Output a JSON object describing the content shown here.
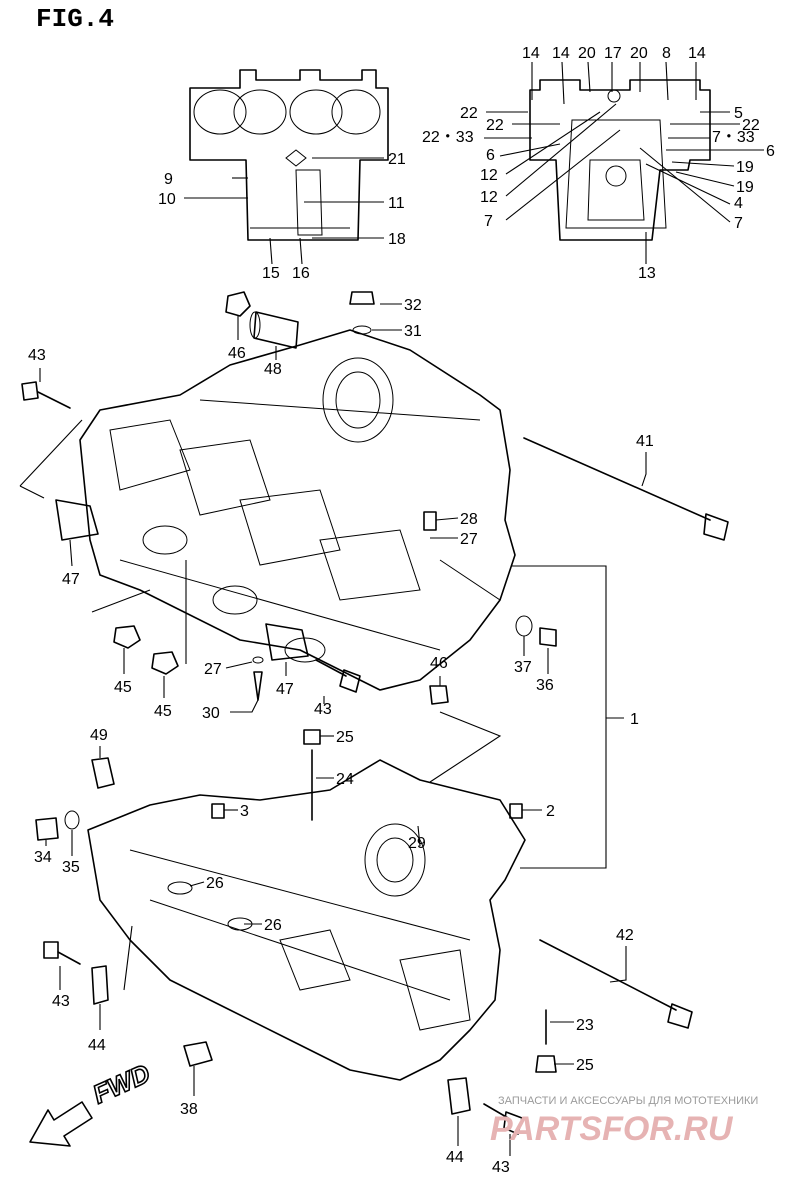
{
  "figure": {
    "title": "FIG.4",
    "direction_label": "FWD"
  },
  "labels": [
    {
      "id": "l1",
      "text": "1"
    },
    {
      "id": "l2",
      "text": "2"
    },
    {
      "id": "l3",
      "text": "3"
    },
    {
      "id": "l4",
      "text": "4"
    },
    {
      "id": "l5",
      "text": "5"
    },
    {
      "id": "l6a",
      "text": "6"
    },
    {
      "id": "l6b",
      "text": "6"
    },
    {
      "id": "l7a",
      "text": "7"
    },
    {
      "id": "l7b",
      "text": "7"
    },
    {
      "id": "l7c",
      "text": "7・33"
    },
    {
      "id": "l8",
      "text": "8"
    },
    {
      "id": "l9",
      "text": "9"
    },
    {
      "id": "l10",
      "text": "10"
    },
    {
      "id": "l11",
      "text": "11"
    },
    {
      "id": "l12a",
      "text": "12"
    },
    {
      "id": "l12b",
      "text": "12"
    },
    {
      "id": "l13",
      "text": "13"
    },
    {
      "id": "l14a",
      "text": "14"
    },
    {
      "id": "l14b",
      "text": "14"
    },
    {
      "id": "l14c",
      "text": "14"
    },
    {
      "id": "l15",
      "text": "15"
    },
    {
      "id": "l16",
      "text": "16"
    },
    {
      "id": "l17",
      "text": "17"
    },
    {
      "id": "l18",
      "text": "18"
    },
    {
      "id": "l19a",
      "text": "19"
    },
    {
      "id": "l19b",
      "text": "19"
    },
    {
      "id": "l20a",
      "text": "20"
    },
    {
      "id": "l20b",
      "text": "20"
    },
    {
      "id": "l21",
      "text": "21"
    },
    {
      "id": "l22a",
      "text": "22"
    },
    {
      "id": "l22b",
      "text": "22"
    },
    {
      "id": "l22c",
      "text": "22"
    },
    {
      "id": "l2233",
      "text": "22・33"
    },
    {
      "id": "l23",
      "text": "23"
    },
    {
      "id": "l24",
      "text": "24"
    },
    {
      "id": "l25a",
      "text": "25"
    },
    {
      "id": "l25b",
      "text": "25"
    },
    {
      "id": "l26a",
      "text": "26"
    },
    {
      "id": "l26b",
      "text": "26"
    },
    {
      "id": "l27a",
      "text": "27"
    },
    {
      "id": "l27b",
      "text": "27"
    },
    {
      "id": "l28",
      "text": "28"
    },
    {
      "id": "l29",
      "text": "29"
    },
    {
      "id": "l30",
      "text": "30"
    },
    {
      "id": "l31",
      "text": "31"
    },
    {
      "id": "l32",
      "text": "32"
    },
    {
      "id": "l34",
      "text": "34"
    },
    {
      "id": "l35",
      "text": "35"
    },
    {
      "id": "l36",
      "text": "36"
    },
    {
      "id": "l37",
      "text": "37"
    },
    {
      "id": "l38",
      "text": "38"
    },
    {
      "id": "l41",
      "text": "41"
    },
    {
      "id": "l42",
      "text": "42"
    },
    {
      "id": "l43a",
      "text": "43"
    },
    {
      "id": "l43b",
      "text": "43"
    },
    {
      "id": "l43c",
      "text": "43"
    },
    {
      "id": "l43d",
      "text": "43"
    },
    {
      "id": "l44a",
      "text": "44"
    },
    {
      "id": "l44b",
      "text": "44"
    },
    {
      "id": "l45a",
      "text": "45"
    },
    {
      "id": "l45b",
      "text": "45"
    },
    {
      "id": "l46a",
      "text": "46"
    },
    {
      "id": "l46b",
      "text": "46"
    },
    {
      "id": "l47a",
      "text": "47"
    },
    {
      "id": "l47b",
      "text": "47"
    },
    {
      "id": "l48",
      "text": "48"
    },
    {
      "id": "l49",
      "text": "49"
    }
  ],
  "watermark": {
    "tagline": "ЗАПЧАСТИ И АКСЕССУАРЫ ДЛЯ МОТОТЕХНИКИ",
    "brand": "PARTSFOR.RU"
  }
}
